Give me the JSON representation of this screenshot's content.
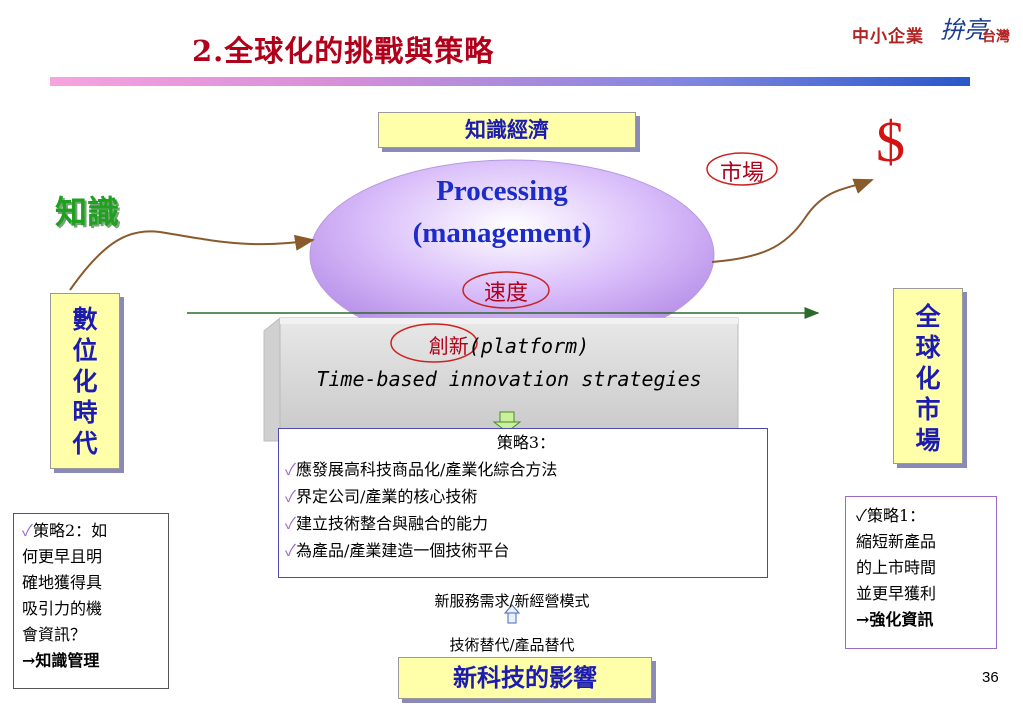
{
  "slide": {
    "title": "2.全球化的挑戰與策略",
    "page_number": "36"
  },
  "logo": {
    "left": "中小企業",
    "big": "拚亮",
    "right": "台灣"
  },
  "labels": {
    "knowledge_economy": "知識經濟",
    "knowledge": "知識",
    "digital_era": [
      "數",
      "位",
      "化",
      "時",
      "代"
    ],
    "global_market": [
      "全",
      "球",
      "化",
      "市",
      "場"
    ],
    "new_tech_impact": "新科技的影響",
    "processing": "Processing",
    "management": "(management)",
    "market": "市場",
    "speed": "速度",
    "innovation": "創新",
    "platform": "(platform)",
    "time_based": "Time-based innovation strategies",
    "dollar": "$",
    "new_service": "新服務需求/新經營模式",
    "tech_replace": "技術替代/產品替代"
  },
  "strategy3": {
    "heading": "策略3：",
    "items": [
      "應發展高科技商品化/產業化綜合方法",
      "界定公司/產業的核心技術",
      "建立技術整合與融合的能力",
      "為產品/產業建造一個技術平台"
    ]
  },
  "strategy2": {
    "lines": [
      "策略2：如",
      "何更早且明",
      "確地獲得具",
      "吸引力的機",
      "會資訊？"
    ],
    "conclusion": "→知識管理"
  },
  "strategy1": {
    "lines": [
      "策略1：",
      "縮短新產品",
      "的上市時間",
      "並更早獲利"
    ],
    "conclusion": "→強化資訊"
  },
  "colors": {
    "title": "#b0001a",
    "box_fill": "#ffffaa",
    "box_text": "#1c1cb0",
    "oval": "#c9a6f2",
    "arrow": "#8a5a2b",
    "axis": "#2d6a2d",
    "circle": "#cc2222"
  },
  "icons": [
    "check-icon",
    "down-arrow-icon",
    "up-arrow-icon"
  ]
}
